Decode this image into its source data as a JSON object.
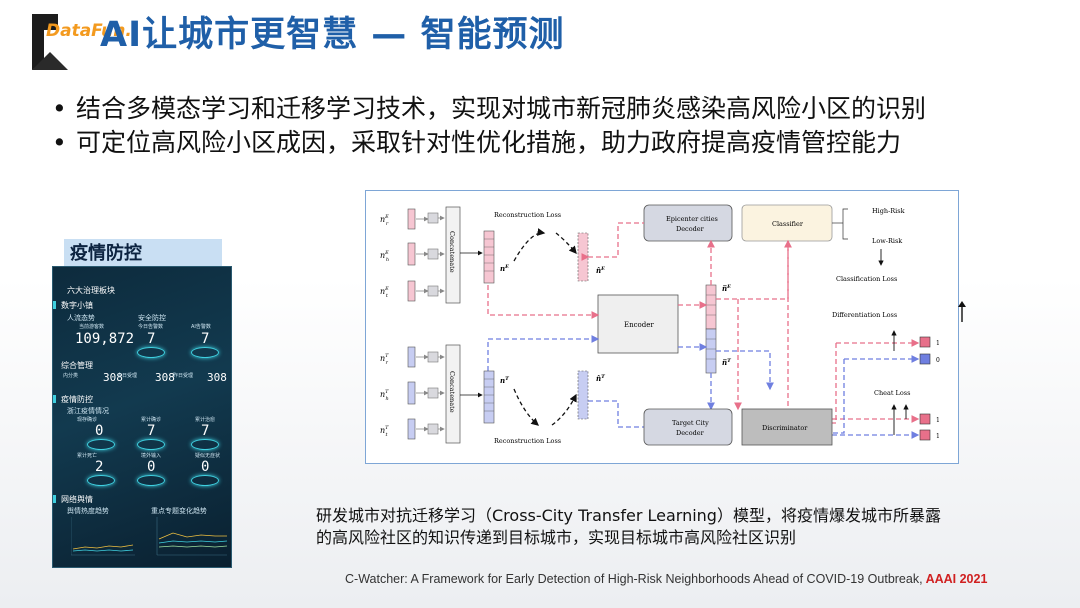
{
  "header": {
    "logo_text": "DataFun.",
    "title": "AI让城市更智慧 — 智能预测"
  },
  "bullets": [
    "结合多模态学习和迁移学习技术，实现对城市新冠肺炎感染高风险小区的识别",
    "可定位高风险小区成因，采取针对性优化措施，助力政府提高疫情管控能力"
  ],
  "dashboard": {
    "label": "疫情防控",
    "header": "六大治理板块",
    "sec_data": "数字小镇",
    "population": "人流态势",
    "pop_sub": "当前游客数",
    "security": "安全防控",
    "today_alarm": "今日告警数",
    "ai_alarm": "AI告警数",
    "pop_value": "109,872",
    "alarm_value": "7",
    "ai_value": "7",
    "env": "综合管理",
    "env_a": "内分类",
    "env_a_val": "308",
    "env_b": "今日受理",
    "env_b_val": "308",
    "env_c": "昨日受理",
    "env_c_val": "308",
    "sec_epi": "疫情防控",
    "epi_sub": "浙江疫情情况",
    "epi_a": "现存确诊",
    "epi_b": "累计确诊",
    "epi_c": "累计治愈",
    "epi_a_val": "0",
    "epi_b_val": "7",
    "epi_c_val": "7",
    "epi_d": "累计死亡",
    "epi_e": "境外输入",
    "epi_f": "疑似无症状",
    "epi_d_val": "2",
    "epi_e_val": "0",
    "epi_f_val": "0",
    "sec_net": "网络舆情",
    "net_a": "舆情热度趋势",
    "net_b": "重点专题变化趋势"
  },
  "diagram": {
    "reconstruction_loss": "Reconstruction Loss",
    "epicenter_decoder_1": "Epicenter cities",
    "epicenter_decoder_2": "Decoder",
    "classifier": "Classifier",
    "high_risk": "High-Risk",
    "low_risk": "Low-Risk",
    "classification_loss": "Classification Loss",
    "differentiation_loss": "Differentiation Loss",
    "encoder": "Encoder",
    "concatenate": "Concatenate",
    "target_decoder_1": "Target City",
    "target_decoder_2": "Decoder",
    "discriminator": "Discriminator",
    "cheat_loss": "Cheat Loss",
    "label_one": "1",
    "label_zero": "0",
    "n_r_E": "n",
    "colors": {
      "pink": "#e8708a",
      "blue": "#6f7fe0",
      "box": "#d9d9de"
    }
  },
  "caption": {
    "line1": "研发城市对抗迁移学习（Cross-City Transfer Learning）模型，将疫情爆发城市所暴露",
    "line2": "的高风险社区的知识传递到目标城市，实现目标城市高风险社区识别"
  },
  "reference": {
    "text": "C-Watcher: A Framework for Early Detection of High-Risk Neighborhoods Ahead of COVID-19 Outbreak,",
    "conf": " AAAI 2021"
  }
}
